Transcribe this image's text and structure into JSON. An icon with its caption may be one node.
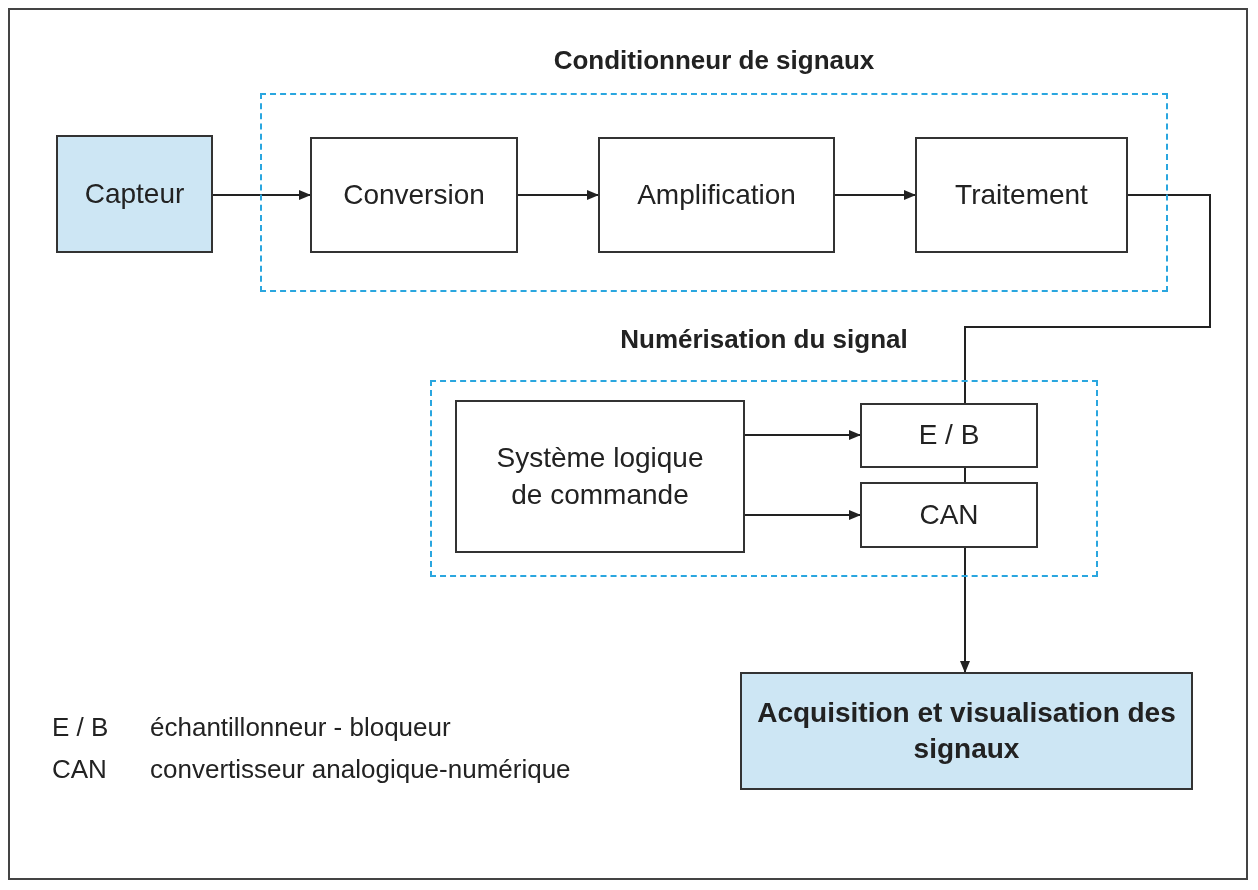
{
  "diagram": {
    "nodes": [
      {
        "text": [
          "Conditionneur de signaux"
        ]
      },
      {
        "text": [
          "Capteur"
        ]
      },
      {
        "text": [
          "Conversion"
        ],
        "in": 0
      },
      {
        "text": [
          "Amplification"
        ],
        "in": 0
      },
      {
        "text": [
          "Traitement"
        ],
        "in": 0
      },
      {
        "text": [
          "Numérisation du signal"
        ]
      },
      {
        "text": [
          "Système logique de commande"
        ],
        "in": 5
      },
      {
        "text": [
          "E / B"
        ],
        "in": 5
      },
      {
        "text": [
          "CAN"
        ],
        "in": 5
      },
      {
        "text": [
          "Acquisition et visualisation des signaux"
        ]
      }
    ],
    "edges": [
      {
        "from": 1,
        "to": 2,
        "arrow": "to"
      },
      {
        "from": 2,
        "to": 3,
        "arrow": "to"
      },
      {
        "from": 3,
        "to": 4,
        "arrow": "to"
      },
      {
        "from": 4,
        "to": 7,
        "arrow": "none"
      },
      {
        "from": 6,
        "to": 7,
        "arrow": "to"
      },
      {
        "from": 6,
        "to": 8,
        "arrow": "to"
      },
      {
        "from": 7,
        "to": 8,
        "arrow": "none"
      },
      {
        "from": 8,
        "to": 9,
        "arrow": "to"
      }
    ],
    "labels": [
      "E / B",
      "échantillonneur - bloqueur",
      "CAN",
      "convertisseur analogique-numérique"
    ]
  }
}
